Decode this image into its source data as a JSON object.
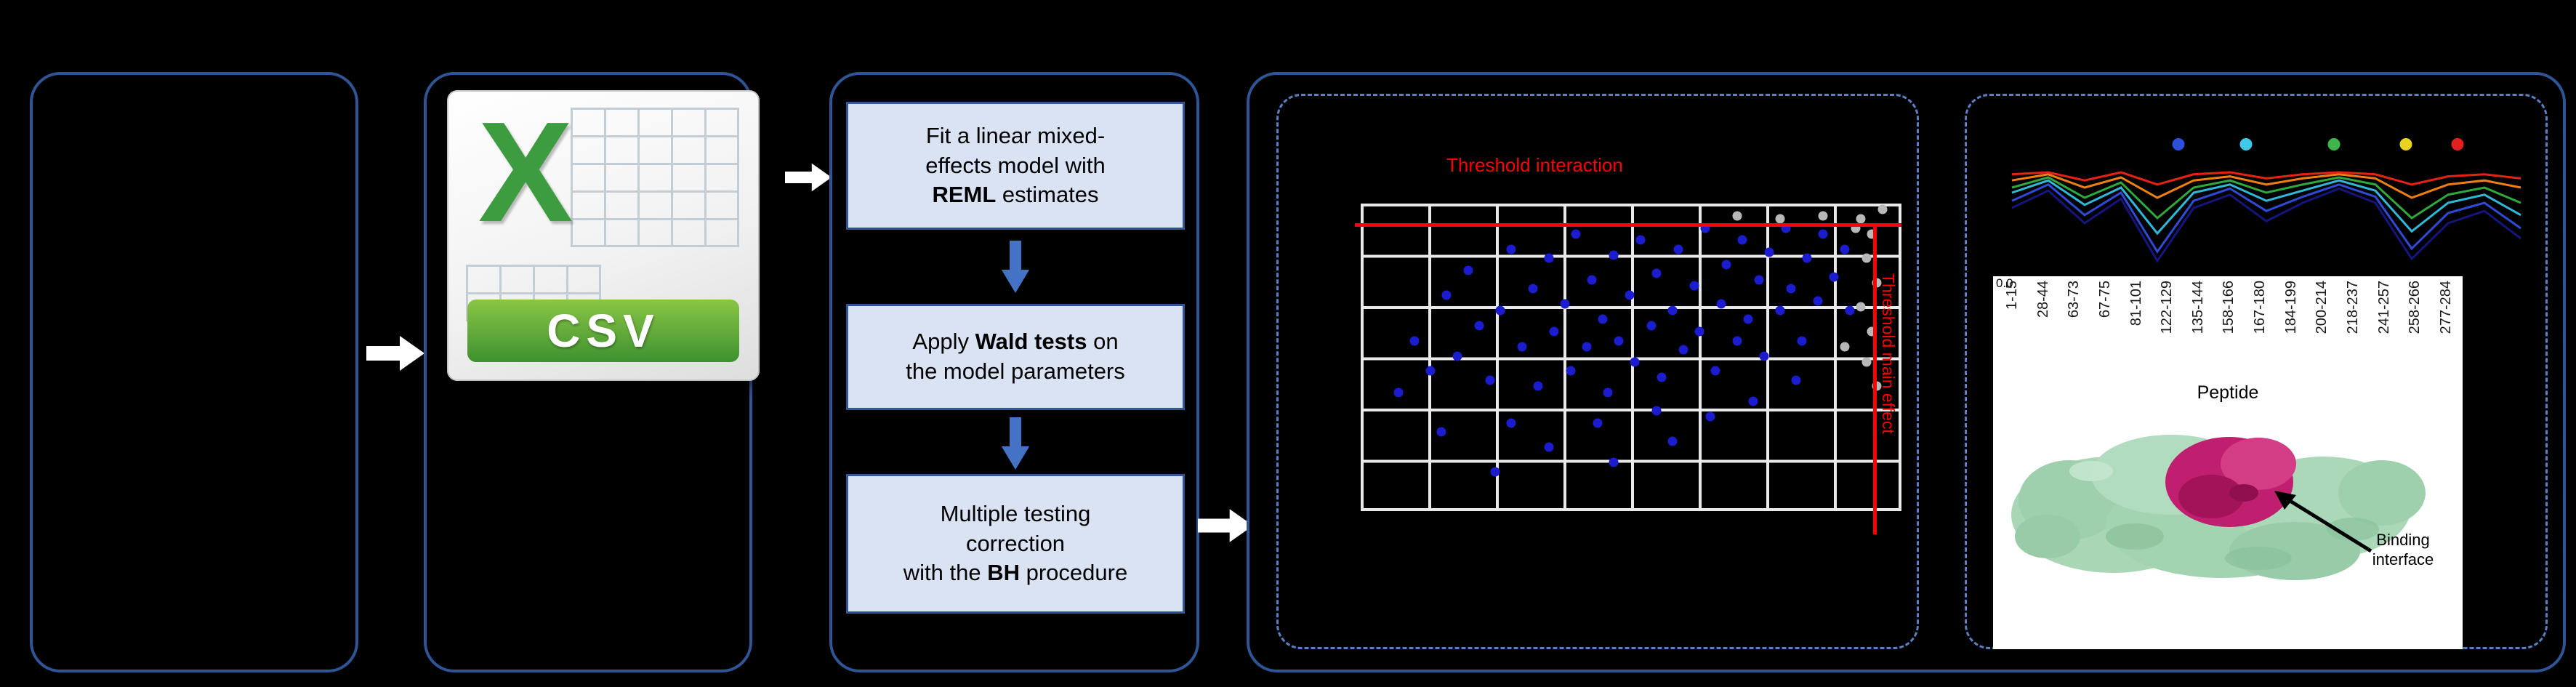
{
  "figure": {
    "background": "#000000",
    "box_border_color": "#2f5597",
    "dashed_border_color": "#5b7fc4",
    "step_fill": "#dae3f3",
    "flow_arrow_color": "#ffffff",
    "step_arrow_color": "#4472c4"
  },
  "csv_icon": {
    "letter": "X",
    "label": "CSV"
  },
  "steps": {
    "step1": {
      "pre": "Fit a linear mixed-\neffects model with\n",
      "bold": "REML",
      "post": " estimates"
    },
    "step2": {
      "pre": "Apply ",
      "bold": "Wald tests",
      "post": " on\nthe model parameters"
    },
    "step3": {
      "pre": "Multiple testing\ncorrection\nwith the ",
      "bold": "BH",
      "post": " procedure"
    }
  },
  "protein": {
    "annotation": "Binding interface"
  },
  "chart_data": [
    {
      "type": "scatter",
      "title": "Threshold interaction",
      "right_label": "Threshold main effect",
      "threshold_color": "#ff0000",
      "grid": true,
      "coords": "fraction of plot area, origin top-left",
      "threshold_h": 0.064,
      "threshold_v": 0.953,
      "series": [
        {
          "name": "blue-points",
          "color": "#1c1ccf",
          "points": [
            [
              0.07,
              0.62
            ],
            [
              0.1,
              0.45
            ],
            [
              0.13,
              0.55
            ],
            [
              0.16,
              0.3
            ],
            [
              0.18,
              0.5
            ],
            [
              0.2,
              0.22
            ],
            [
              0.22,
              0.4
            ],
            [
              0.24,
              0.58
            ],
            [
              0.26,
              0.35
            ],
            [
              0.28,
              0.15
            ],
            [
              0.28,
              0.72
            ],
            [
              0.3,
              0.47
            ],
            [
              0.32,
              0.28
            ],
            [
              0.33,
              0.6
            ],
            [
              0.35,
              0.18
            ],
            [
              0.36,
              0.42
            ],
            [
              0.38,
              0.33
            ],
            [
              0.39,
              0.55
            ],
            [
              0.4,
              0.1
            ],
            [
              0.42,
              0.47
            ],
            [
              0.43,
              0.25
            ],
            [
              0.45,
              0.38
            ],
            [
              0.46,
              0.62
            ],
            [
              0.47,
              0.17
            ],
            [
              0.48,
              0.45
            ],
            [
              0.5,
              0.3
            ],
            [
              0.51,
              0.52
            ],
            [
              0.52,
              0.12
            ],
            [
              0.54,
              0.4
            ],
            [
              0.55,
              0.23
            ],
            [
              0.56,
              0.57
            ],
            [
              0.58,
              0.35
            ],
            [
              0.59,
              0.15
            ],
            [
              0.6,
              0.48
            ],
            [
              0.62,
              0.27
            ],
            [
              0.63,
              0.42
            ],
            [
              0.64,
              0.08
            ],
            [
              0.66,
              0.55
            ],
            [
              0.67,
              0.33
            ],
            [
              0.68,
              0.2
            ],
            [
              0.7,
              0.45
            ],
            [
              0.71,
              0.12
            ],
            [
              0.72,
              0.38
            ],
            [
              0.74,
              0.25
            ],
            [
              0.75,
              0.5
            ],
            [
              0.76,
              0.16
            ],
            [
              0.78,
              0.35
            ],
            [
              0.79,
              0.08
            ],
            [
              0.8,
              0.28
            ],
            [
              0.82,
              0.45
            ],
            [
              0.83,
              0.18
            ],
            [
              0.85,
              0.32
            ],
            [
              0.86,
              0.1
            ],
            [
              0.88,
              0.24
            ],
            [
              0.35,
              0.8
            ],
            [
              0.47,
              0.85
            ],
            [
              0.58,
              0.78
            ],
            [
              0.25,
              0.88
            ],
            [
              0.15,
              0.75
            ],
            [
              0.65,
              0.7
            ],
            [
              0.73,
              0.65
            ],
            [
              0.81,
              0.58
            ],
            [
              0.55,
              0.68
            ],
            [
              0.44,
              0.72
            ],
            [
              0.9,
              0.15
            ],
            [
              0.91,
              0.35
            ]
          ]
        },
        {
          "name": "gray-points",
          "color": "#b8b8b8",
          "points": [
            [
              0.93,
              0.05
            ],
            [
              0.95,
              0.1
            ],
            [
              0.94,
              0.18
            ],
            [
              0.96,
              0.26
            ],
            [
              0.93,
              0.34
            ],
            [
              0.95,
              0.42
            ],
            [
              0.94,
              0.52
            ],
            [
              0.96,
              0.6
            ],
            [
              0.92,
              0.08
            ],
            [
              0.86,
              0.04
            ],
            [
              0.78,
              0.05
            ],
            [
              0.7,
              0.04
            ],
            [
              0.97,
              0.02
            ],
            [
              0.9,
              0.47
            ]
          ]
        }
      ]
    },
    {
      "type": "line",
      "categories": [
        "1-15",
        "28-44",
        "63-73",
        "67-75",
        "81-101",
        "122-129",
        "135-144",
        "158-166",
        "167-180",
        "184-199",
        "200-214",
        "218-237",
        "241-257",
        "258-266",
        "277-284"
      ],
      "xlabel": "Peptide",
      "ytick_top": "0.0",
      "series": [
        {
          "name": "series-1",
          "color": "#15157d",
          "values": [
            0.45,
            0.28,
            0.6,
            0.36,
            0.97,
            0.45,
            0.32,
            0.58,
            0.4,
            0.26,
            0.4,
            0.95,
            0.6,
            0.48,
            0.75
          ]
        },
        {
          "name": "series-2",
          "color": "#2f4bd6",
          "values": [
            0.38,
            0.22,
            0.52,
            0.3,
            0.88,
            0.38,
            0.26,
            0.48,
            0.34,
            0.22,
            0.34,
            0.85,
            0.5,
            0.4,
            0.65
          ]
        },
        {
          "name": "series-3",
          "color": "#2fb9d8",
          "values": [
            0.3,
            0.18,
            0.42,
            0.25,
            0.7,
            0.3,
            0.22,
            0.38,
            0.28,
            0.18,
            0.28,
            0.68,
            0.4,
            0.32,
            0.52
          ]
        },
        {
          "name": "series-4",
          "color": "#2fa83c",
          "values": [
            0.25,
            0.15,
            0.35,
            0.2,
            0.55,
            0.25,
            0.18,
            0.3,
            0.22,
            0.15,
            0.22,
            0.55,
            0.32,
            0.25,
            0.4
          ]
        },
        {
          "name": "series-5",
          "color": "#f07f13",
          "values": [
            0.18,
            0.12,
            0.25,
            0.15,
            0.35,
            0.18,
            0.14,
            0.22,
            0.16,
            0.12,
            0.16,
            0.35,
            0.22,
            0.18,
            0.25
          ]
        },
        {
          "name": "series-6",
          "color": "#e62313",
          "values": [
            0.12,
            0.1,
            0.18,
            0.1,
            0.22,
            0.12,
            0.1,
            0.16,
            0.12,
            0.1,
            0.12,
            0.22,
            0.14,
            0.12,
            0.16
          ]
        }
      ],
      "markers_above": [
        {
          "color": "#2b50d9",
          "x": 0.33
        },
        {
          "color": "#3fc8e8",
          "x": 0.46
        },
        {
          "color": "#3cb54a",
          "x": 0.63
        },
        {
          "color": "#e8d41f",
          "x": 0.77
        },
        {
          "color": "#e32020",
          "x": 0.87
        }
      ]
    }
  ]
}
